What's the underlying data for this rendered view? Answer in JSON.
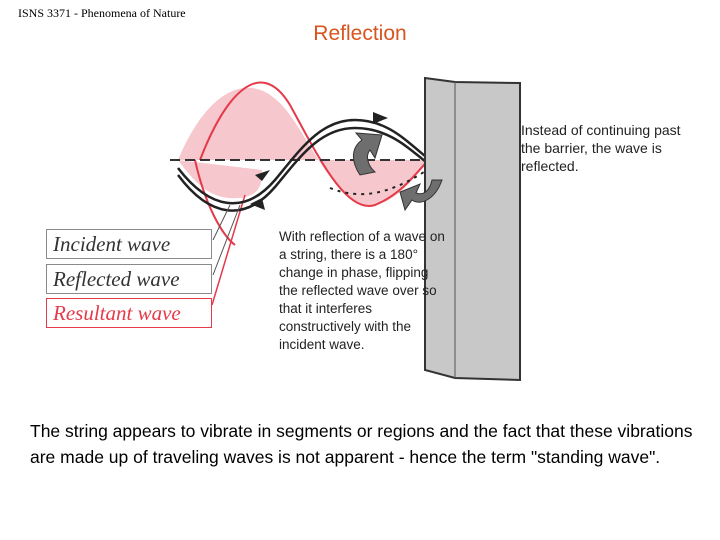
{
  "header": {
    "course": "ISNS 3371 - Phenomena of Nature"
  },
  "title": "Reflection",
  "figure": {
    "barrier_note": "Instead of continuing past the barrier, the wave is reflected.",
    "reflection_note": "With reflection of a wave on a string, there is a 180° change in phase, flipping the reflected wave over so that it interferes constructively with the incident wave.",
    "legend": {
      "incident": "Incident wave",
      "reflected": "Reflected wave",
      "resultant": "Resultant wave"
    },
    "colors": {
      "resultant": "#e43a4a",
      "resultant_fill": "#f6c7cc",
      "barrier": "#c8c8c8",
      "arrow": "#6e6e6e",
      "title": "#d9541e"
    }
  },
  "body": "The string appears to vibrate in segments or regions and the fact that these vibrations are made up of traveling waves is not apparent  - hence the term \"standing wave\"."
}
